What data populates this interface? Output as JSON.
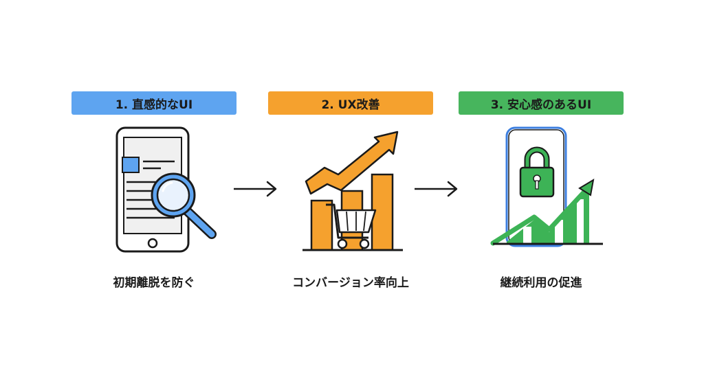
{
  "steps": [
    {
      "label": "1. 直感的なUI",
      "caption": "初期離脱を防ぐ",
      "badge_color": "#5ea4f0",
      "icon": "phone-magnifier-icon"
    },
    {
      "label": "2. UX改善",
      "caption": "コンバージョン率向上",
      "badge_color": "#f5a12e",
      "icon": "growth-chart-cart-icon"
    },
    {
      "label": "3. 安心感のあるUI",
      "caption": "継続利用の促進",
      "badge_color": "#47b55d",
      "icon": "phone-lock-growth-icon"
    }
  ],
  "colors": {
    "blue": "#5ea4f0",
    "orange": "#f5a12e",
    "green": "#3db356",
    "outline": "#1a1a1a"
  },
  "connector_icon": "right-arrow-icon"
}
